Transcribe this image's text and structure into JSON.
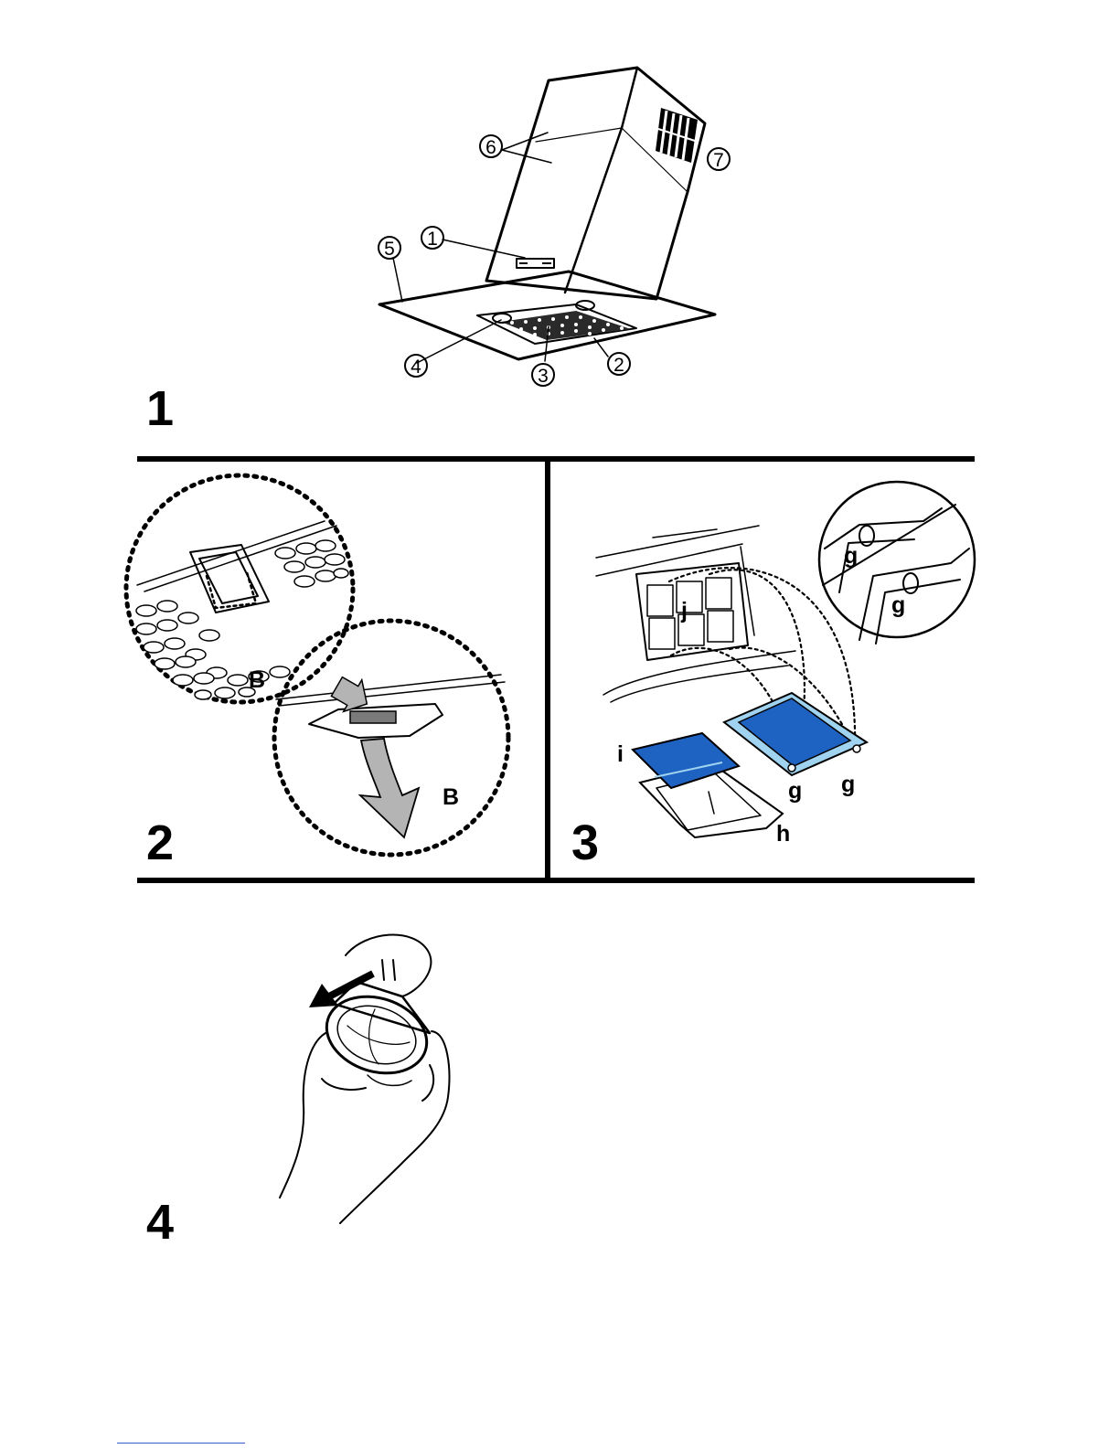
{
  "steps": [
    {
      "number": "1"
    },
    {
      "number": "2"
    },
    {
      "number": "3"
    },
    {
      "number": "4"
    }
  ],
  "figure1": {
    "callouts": [
      "1",
      "2",
      "3",
      "4",
      "5",
      "6",
      "7"
    ]
  },
  "figure2": {
    "labels": {
      "top": "B",
      "bottom": "B"
    }
  },
  "figure3": {
    "labels": {
      "j": "j",
      "i": "i",
      "h": "h",
      "g": "g"
    }
  },
  "colors": {
    "filter_dark": "#1f63c2",
    "filter_light": "#9fd3f0",
    "arrow_grey": "#b4b4b4",
    "rule": "#000000"
  }
}
